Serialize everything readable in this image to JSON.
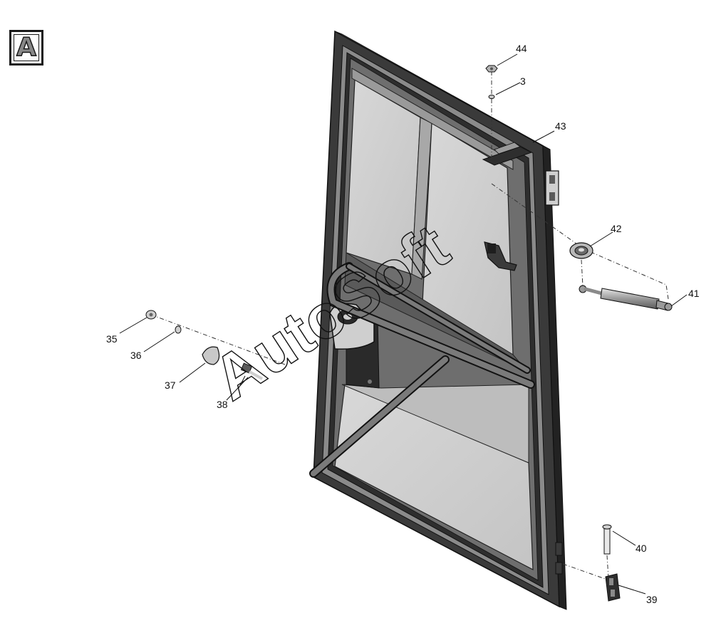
{
  "view_label": "A",
  "watermark": "AutoSoft",
  "callouts": {
    "c44": "44",
    "c3": "3",
    "c43": "43",
    "c42": "42",
    "c41": "41",
    "c40": "40",
    "c39": "39",
    "c35": "35",
    "c36": "36",
    "c37": "37",
    "c38": "38"
  }
}
